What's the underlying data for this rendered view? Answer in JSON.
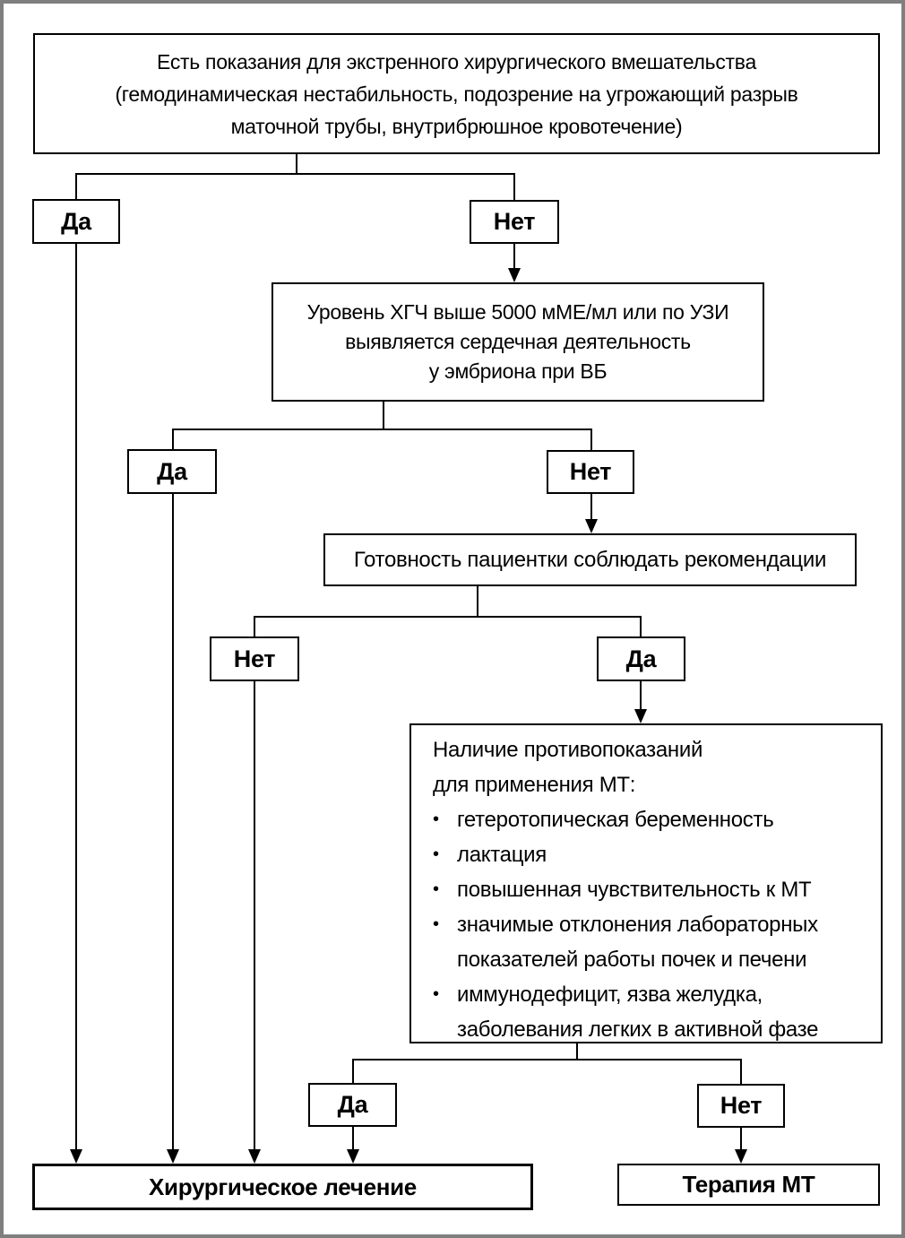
{
  "diagram": {
    "top_box": {
      "lines": [
        "Есть показания для экстренного хирургического вмешательства",
        "(гемодинамическая нестабильность, подозрение на угрожающий разрыв",
        "маточной трубы, внутрибрюшное кровотечение)"
      ]
    },
    "labels": {
      "yes": "Да",
      "no": "Нет"
    },
    "hcg_box": {
      "lines": [
        "Уровень ХГЧ выше 5000 мМЕ/мл или по УЗИ",
        "выявляется сердечная деятельность",
        "у эмбриона при ВБ"
      ]
    },
    "compliance_box": {
      "text": "Готовность пациентки соблюдать рекомендации"
    },
    "contraindications_box": {
      "title": "Наличие противопоказаний\nдля применения МТ:",
      "bullet_char": "•",
      "items": [
        "гетеротопическая беременность",
        "лактация",
        "повышенная чувствительность к МТ",
        "значимые отклонения лабораторных\nпоказателей работы почек и печени",
        "иммунодефицит, язва желудка,\nзаболевания легких в активной фазе"
      ]
    },
    "outcomes": {
      "surgery": "Хирургическое лечение",
      "methotrexate": "Терапия МТ"
    },
    "colors": {
      "line": "#000000",
      "frame": "#7f7f7f",
      "background": "#ffffff",
      "text": "#000000"
    }
  }
}
